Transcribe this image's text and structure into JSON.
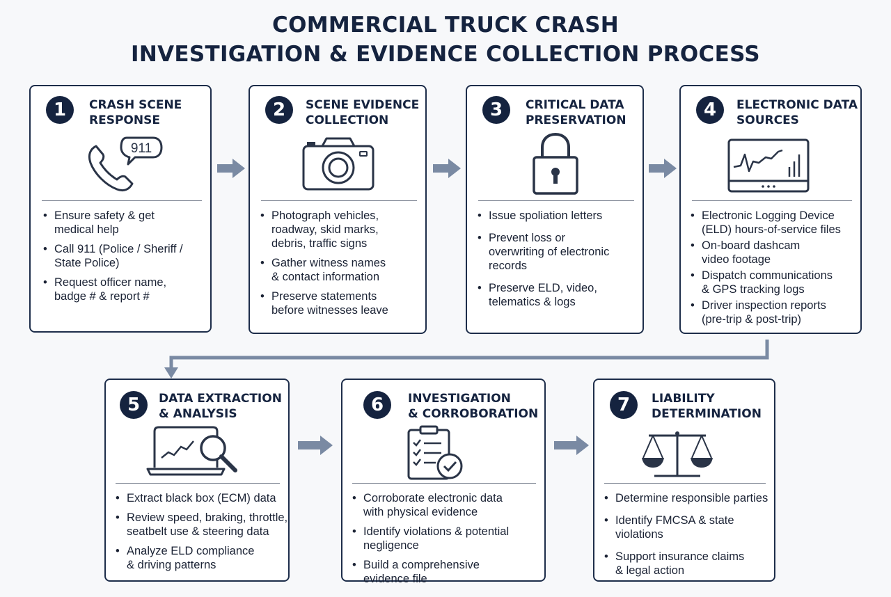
{
  "title": {
    "line1": "COMMERCIAL TRUCK CRASH",
    "line2": "INVESTIGATION & EVIDENCE COLLECTION PROCESS"
  },
  "steps": [
    {
      "number": "1",
      "heading": [
        "CRASH SCENE",
        "RESPONSE"
      ],
      "icon": "phone-911-icon",
      "icon_text": "911",
      "items": [
        [
          "Ensure safety & get",
          "medical help"
        ],
        [
          "Call 911 (Police / Sheriff /",
          "State Police)"
        ],
        [
          "Request officer name,",
          "badge # & report #"
        ]
      ]
    },
    {
      "number": "2",
      "heading": [
        "SCENE EVIDENCE",
        "COLLECTION"
      ],
      "icon": "camera-icon",
      "items": [
        [
          "Photograph vehicles,",
          "roadway, skid marks,",
          "debris, traffic signs"
        ],
        [
          "Gather witness names",
          "& contact information"
        ],
        [
          "Preserve statements",
          "before witnesses leave"
        ]
      ]
    },
    {
      "number": "3",
      "heading": [
        "CRITICAL DATA",
        "PRESERVATION"
      ],
      "icon": "padlock-icon",
      "items": [
        [
          "Issue spoliation letters"
        ],
        [
          "Prevent loss or",
          "overwriting of electronic",
          "records"
        ],
        [
          "Preserve ELD, video,",
          "telematics & logs"
        ]
      ]
    },
    {
      "number": "4",
      "heading": [
        "ELECTRONIC DATA",
        "SOURCES"
      ],
      "icon": "monitor-chart-icon",
      "items": [
        [
          "Electronic Logging Device",
          "(ELD) hours-of-service files"
        ],
        [
          "On-board dashcam",
          "video footage"
        ],
        [
          "Dispatch communications",
          "& GPS tracking logs"
        ],
        [
          "Driver inspection reports",
          "(pre-trip & post-trip)"
        ]
      ]
    },
    {
      "number": "5",
      "heading": [
        "DATA EXTRACTION",
        "& ANALYSIS"
      ],
      "icon": "laptop-magnifier-icon",
      "items": [
        [
          "Extract black box (ECM) data"
        ],
        [
          "Review speed, braking, throttle,",
          "seatbelt use & steering data"
        ],
        [
          "Analyze ELD compliance",
          "& driving patterns"
        ]
      ]
    },
    {
      "number": "6",
      "heading": [
        "INVESTIGATION",
        "& CORROBORATION"
      ],
      "icon": "clipboard-check-icon",
      "items": [
        [
          "Corroborate electronic data",
          "with physical evidence"
        ],
        [
          "Identify violations & potential",
          "negligence"
        ],
        [
          "Build a comprehensive",
          "evidence file"
        ]
      ]
    },
    {
      "number": "7",
      "heading": [
        "LIABILITY",
        "DETERMINATION"
      ],
      "icon": "scales-icon",
      "items": [
        [
          "Determine responsible parties"
        ],
        [
          "Identify FMCSA & state",
          "violations"
        ],
        [
          "Support insurance claims",
          "& legal action"
        ]
      ]
    }
  ]
}
